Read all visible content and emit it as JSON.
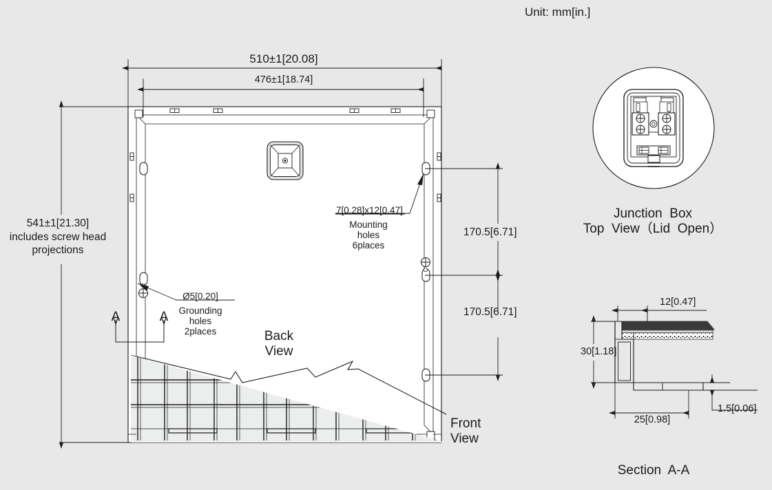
{
  "drawing": {
    "unit_note": "Unit: mm[in.]",
    "background_color": "#e8e8e8",
    "line_color": "#1a1a1a"
  },
  "main_view": {
    "labels": {
      "back_view_line1": "Back",
      "back_view_line2": "View",
      "front_view_line1": "Front",
      "front_view_line2": "View",
      "section_mark_left": "A",
      "section_mark_right": "A"
    },
    "dimensions": {
      "overall_width": "510±1[20.08]",
      "inner_width": "476±1[18.74]",
      "overall_height": "541±1[21.30]",
      "overall_height_note_line1": "includes screw head",
      "overall_height_note_line2": "projections",
      "hole_pitch_upper": "170.5[6.71]",
      "hole_pitch_lower": "170.5[6.71]"
    },
    "callouts": {
      "mounting": {
        "size": "7[0.28]x12[0.47]",
        "line1": "Mounting",
        "line2": "holes",
        "line3": "6places"
      },
      "grounding": {
        "size": "Ø5[0.20]",
        "line1": "Grounding",
        "line2": "holes",
        "line3": "2places"
      }
    }
  },
  "junction_box_view": {
    "title_line1": "Junction  Box",
    "title_line2": "Top  View（Lid  Open）"
  },
  "section_view": {
    "title": "Section  A-A",
    "dimensions": {
      "flange_width": "12[0.47]",
      "frame_height": "30[1.18]",
      "frame_depth": "25[0.98]",
      "sheet_thickness": "1.5[0.06]"
    }
  }
}
